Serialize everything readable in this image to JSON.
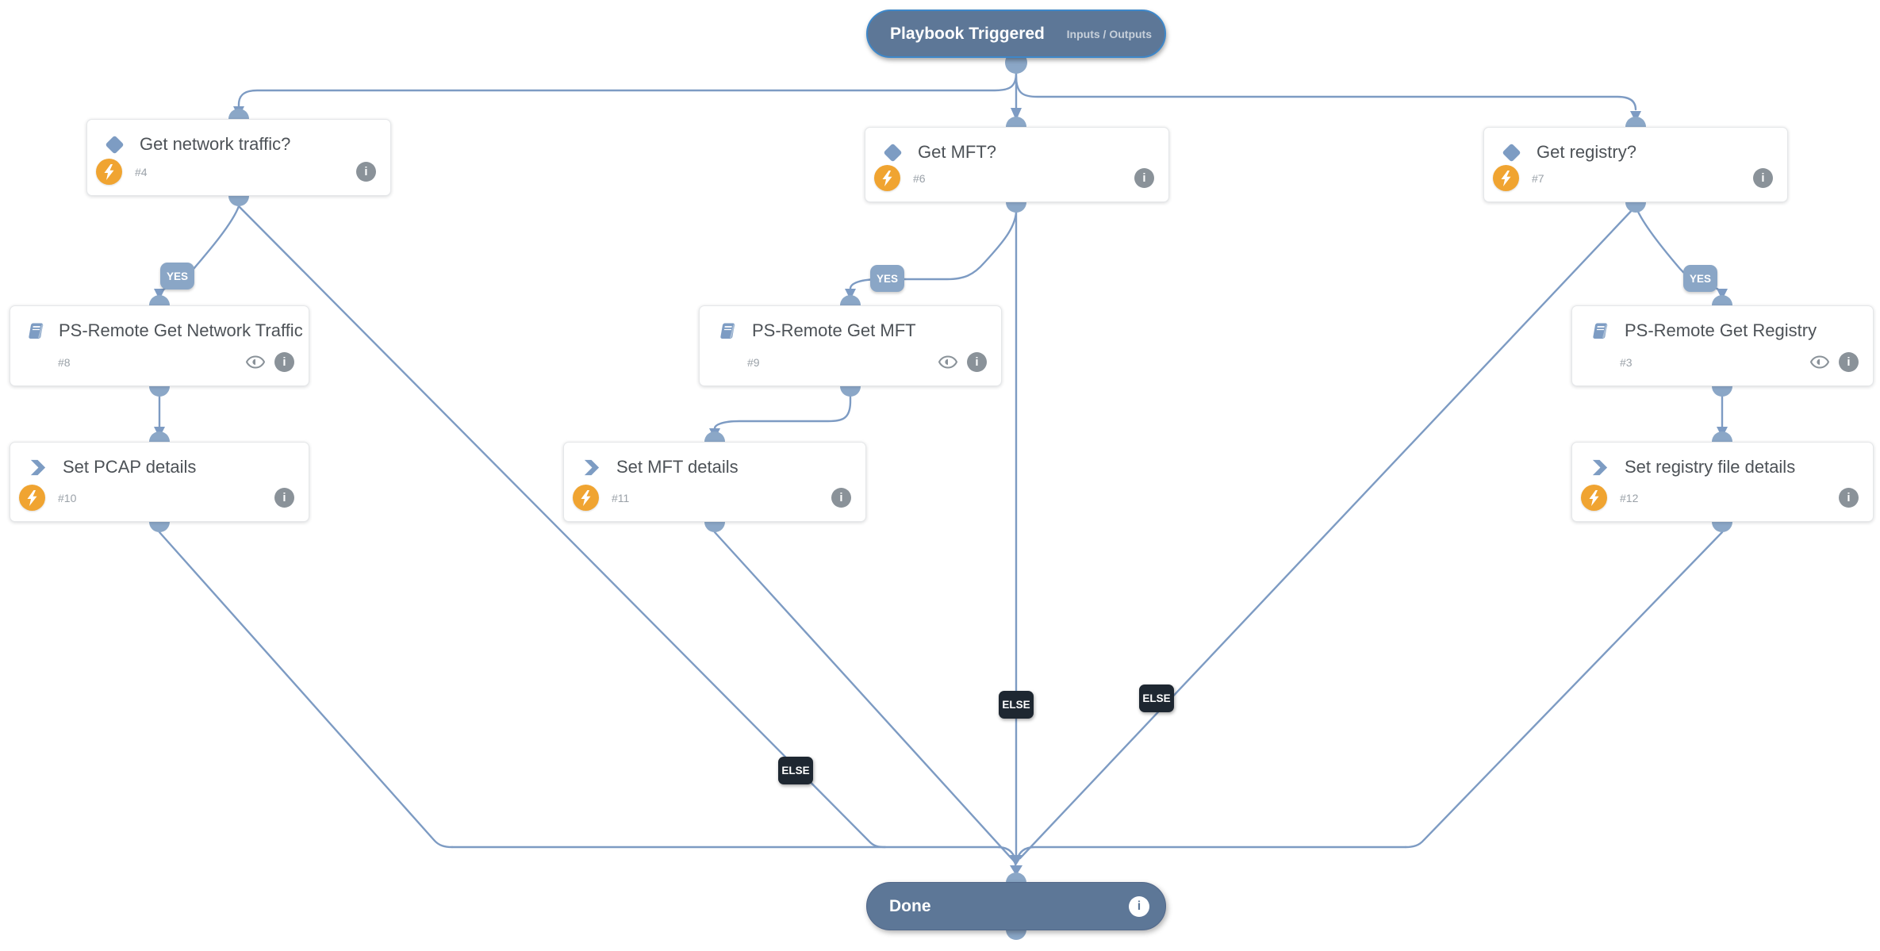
{
  "start_node": {
    "title": "Playbook Triggered",
    "io_label": "Inputs / Outputs"
  },
  "end_node": {
    "title": "Done"
  },
  "nodes": [
    {
      "id": "#4",
      "title": "Get network traffic?",
      "type": "condition"
    },
    {
      "id": "#6",
      "title": "Get MFT?",
      "type": "condition"
    },
    {
      "id": "#7",
      "title": "Get registry?",
      "type": "condition"
    },
    {
      "id": "#8",
      "title": "PS-Remote Get Network Traffic",
      "type": "sub-playbook"
    },
    {
      "id": "#9",
      "title": "PS-Remote Get MFT",
      "type": "sub-playbook"
    },
    {
      "id": "#3",
      "title": "PS-Remote Get Registry",
      "type": "sub-playbook"
    },
    {
      "id": "#10",
      "title": "Set PCAP details",
      "type": "task"
    },
    {
      "id": "#11",
      "title": "Set MFT details",
      "type": "task"
    },
    {
      "id": "#12",
      "title": "Set registry file details",
      "type": "task"
    }
  ],
  "edge_labels": {
    "yes": "YES",
    "else": "ELSE"
  },
  "icons": {
    "info_glyph": "i"
  },
  "colors": {
    "edge": "#7d9bc3",
    "connector": "#8ba7c7",
    "node_icon_blue": "#7d9cc3",
    "automation_orange": "#f0a431",
    "yes_badge": "#8aa6c6",
    "else_badge": "#1e2731",
    "pill_background": "#5d7797",
    "pill_border": "#3e87c9"
  }
}
